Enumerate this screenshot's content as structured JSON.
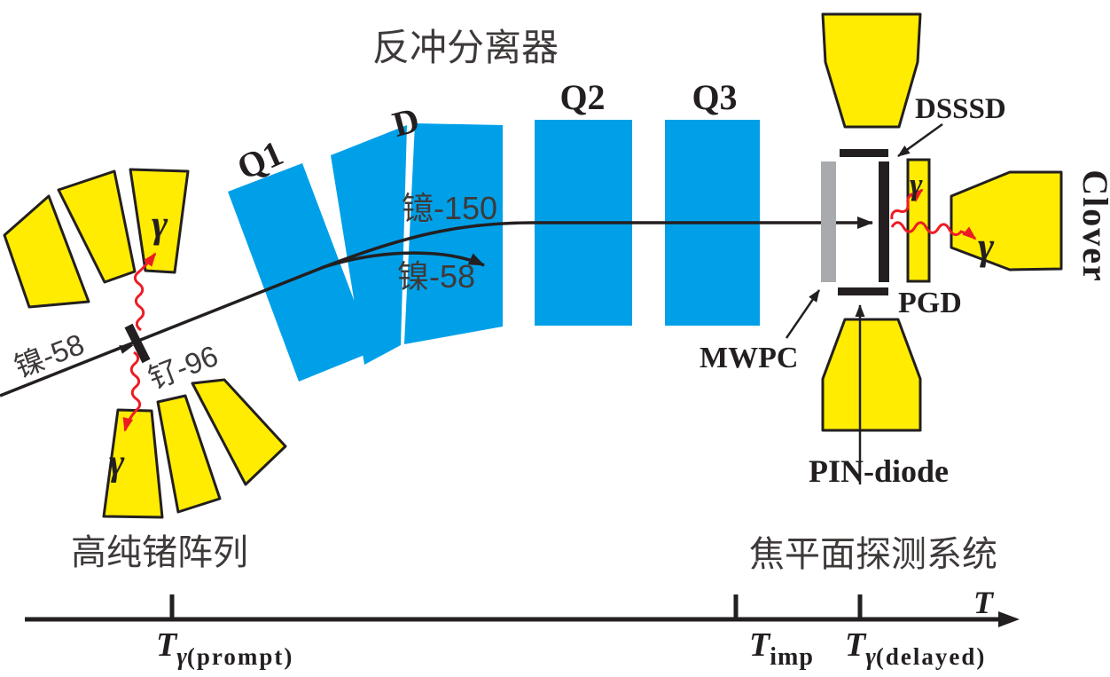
{
  "title": "反冲分离器",
  "section_labels": {
    "hpge_array": "高纯锗阵列",
    "focal_plane_system": "焦平面探测系统"
  },
  "beam_labels": {
    "projectile": "镍-58",
    "target_nucleus": "钌-96",
    "recoil_product": "镱-150",
    "deflected_beam": "镍-58"
  },
  "magnet_labels": {
    "q1": "Q1",
    "dipole": "D",
    "q2": "Q2",
    "q3": "Q3"
  },
  "detector_labels": {
    "dsssd": "DSSSD",
    "mwpc": "MWPC",
    "pgd": "PGD",
    "pin_diode": "PIN-diode",
    "clover": "Clover"
  },
  "gamma_symbol": "γ",
  "timeline": {
    "axis_label": "T",
    "ticks": [
      {
        "main": "T",
        "sub_italic": "γ",
        "sub": "(prompt)"
      },
      {
        "main": "T",
        "sub_italic": "",
        "sub": "imp"
      },
      {
        "main": "T",
        "sub_italic": "γ",
        "sub": "(delayed)"
      }
    ]
  },
  "colors": {
    "magnet_blue": "#00A0E9",
    "detector_yellow": "#FFEC00",
    "gamma_red": "#ED1C24",
    "line_black": "#231F20",
    "mwpc_gray": "#A8AAAD",
    "background": "#FFFFFF"
  }
}
